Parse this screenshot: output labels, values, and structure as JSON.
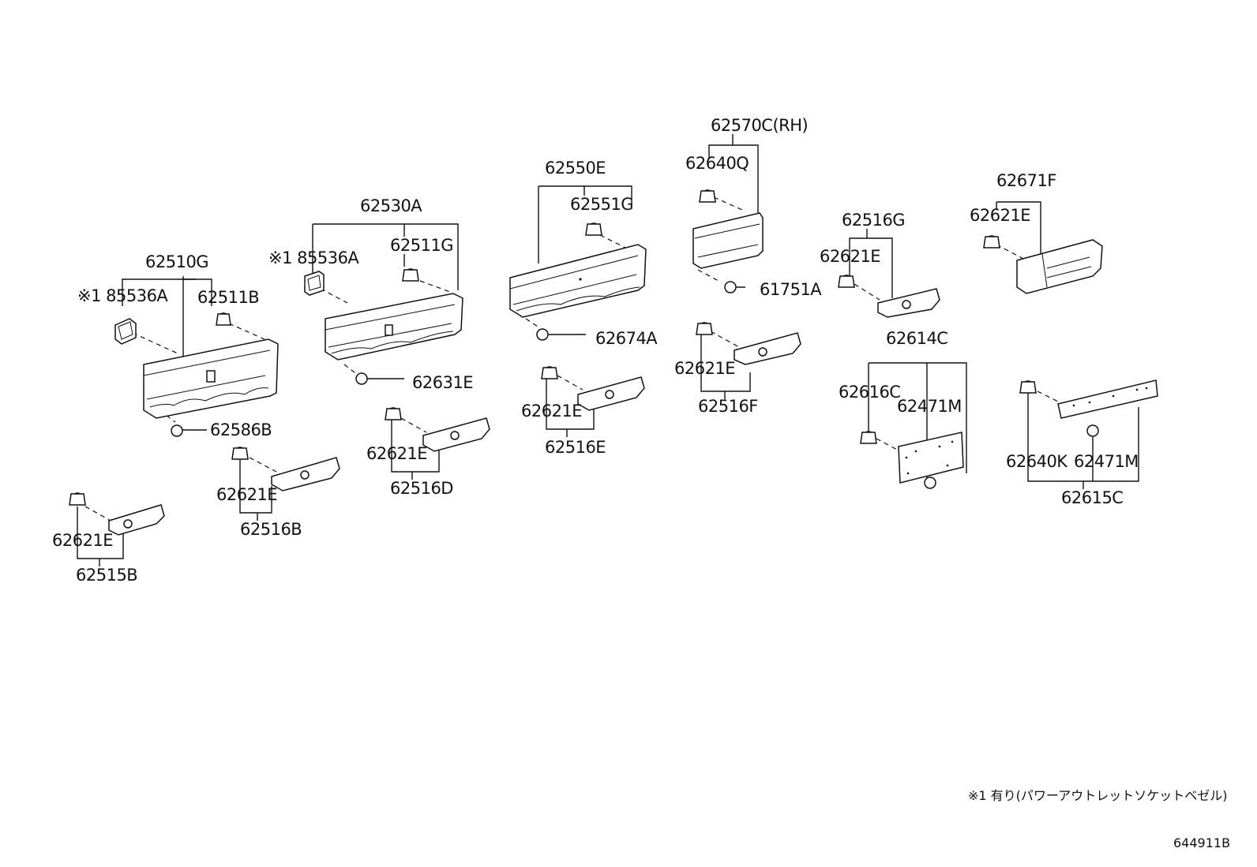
{
  "labels": {
    "p62510G": "62510G",
    "p85536A_1": "※1 85536A",
    "p62511B": "62511B",
    "p62586B": "62586B",
    "p62530A": "62530A",
    "p85536A_2": "※1 85536A",
    "p62511G": "62511G",
    "p62631E": "62631E",
    "p62550E": "62550E",
    "p62551G": "62551G",
    "p62674A": "62674A",
    "p62570C": "62570C(RH)",
    "p62640Q": "62640Q",
    "p61751A": "61751A",
    "p62671F": "62671F",
    "p62621E_a": "62621E",
    "p62516G": "62516G",
    "p62621E_b": "62621E",
    "p62614C": "62614C",
    "p62616C": "62616C",
    "p62471M_a": "62471M",
    "p62621E_c": "62621E",
    "p62516F": "62516F",
    "p62621E_d": "62621E",
    "p62516E": "62516E",
    "p62621E_e": "62621E",
    "p62516D": "62516D",
    "p62621E_f": "62621E",
    "p62516B": "62516B",
    "p62621E_g": "62621E",
    "p62515B": "62515B",
    "p62640K": "62640K",
    "p62471M_b": "62471M",
    "p62615C": "62615C"
  },
  "footnote": "※1 有り(パワーアウトレットソケットベゼル)",
  "diagram_code": "644911B"
}
